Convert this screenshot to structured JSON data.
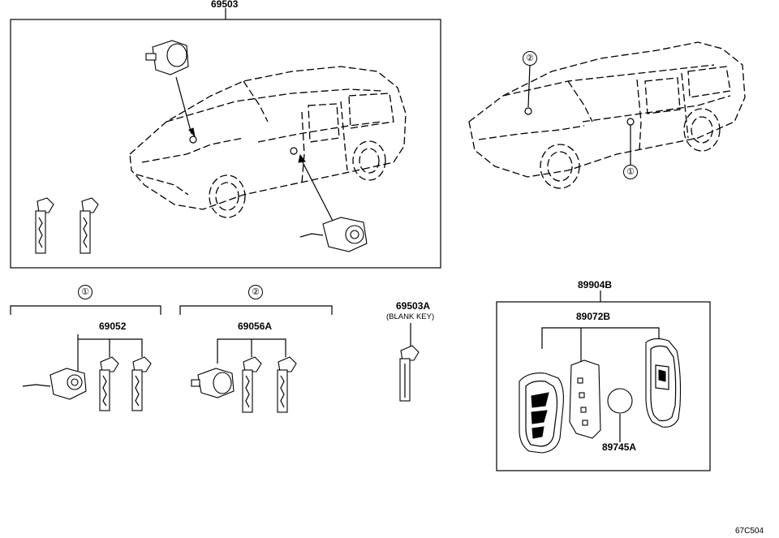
{
  "labels": {
    "top_assembly": "69503",
    "callout_1": "①",
    "callout_2": "②",
    "part_69052": "69052",
    "part_69056A": "69056A",
    "part_69503A": "69503A",
    "blank_key": "(BLANK KEY)",
    "part_89904B": "89904B",
    "part_89072B": "89072B",
    "part_89745A": "89745A",
    "figure_code": "67C504"
  }
}
